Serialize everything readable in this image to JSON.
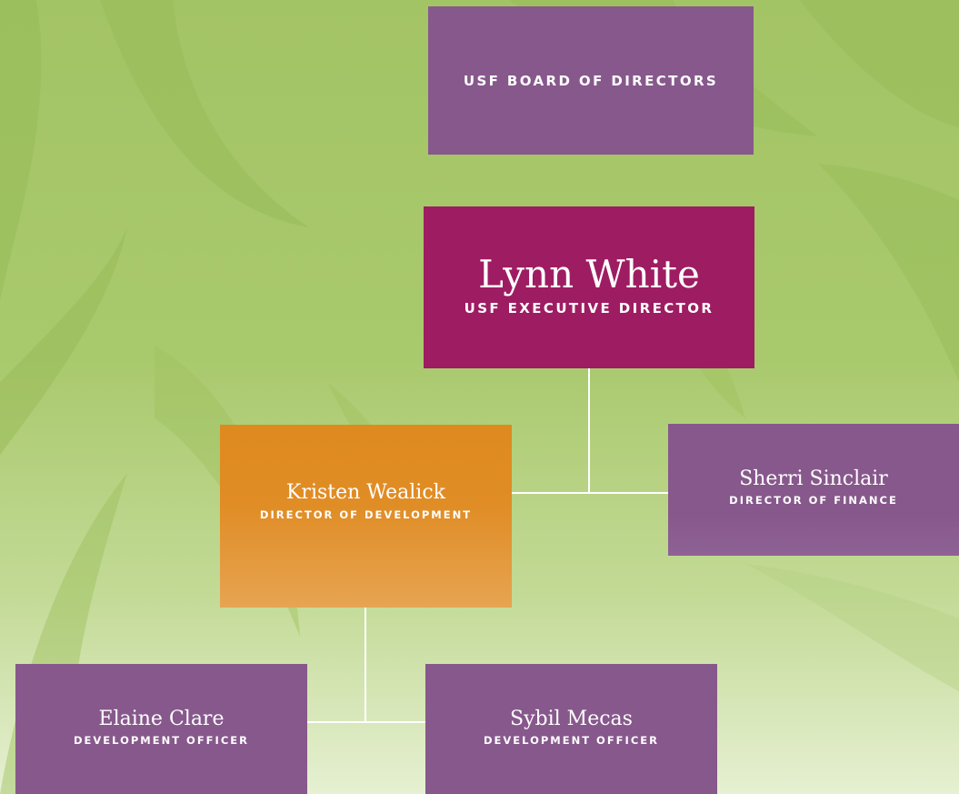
{
  "colors": {
    "background_green": "#a3c465",
    "box_purple": "#87588c",
    "box_magenta": "#9e1c62",
    "box_orange": "#de8a1f",
    "connector_white": "#ffffff",
    "text_white": "#ffffff"
  },
  "chart": {
    "nodes": {
      "board": {
        "role": "USF BOARD OF DIRECTORS"
      },
      "executive_director": {
        "name": "Lynn White",
        "role": "USF EXECUTIVE DIRECTOR"
      },
      "director_of_development": {
        "name": "Kristen Wealick",
        "role": "DIRECTOR OF DEVELOPMENT"
      },
      "director_of_finance": {
        "name": "Sherri Sinclair",
        "role": "DIRECTOR OF FINANCE"
      },
      "development_officer_1": {
        "name": "Elaine Clare",
        "role": "DEVELOPMENT OFFICER"
      },
      "development_officer_2": {
        "name": "Sybil Mecas",
        "role": "DEVELOPMENT OFFICER"
      }
    },
    "edges": [
      [
        "executive_director",
        "director_of_development"
      ],
      [
        "executive_director",
        "director_of_finance"
      ],
      [
        "director_of_development",
        "development_officer_1"
      ],
      [
        "director_of_development",
        "development_officer_2"
      ]
    ]
  }
}
